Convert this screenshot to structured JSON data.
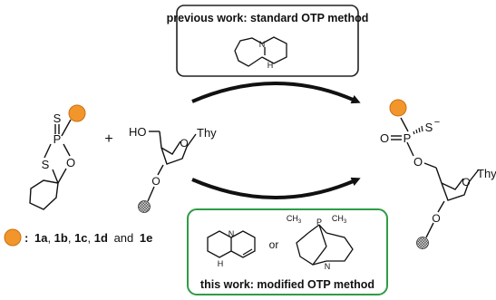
{
  "previous_box": {
    "title": "previous work: standard OTP method",
    "catalyst_cation_label": "N",
    "catalyst_nh_label": "H"
  },
  "new_box": {
    "title": "this work: modified OTP method",
    "catalyst1_n_label": "N",
    "catalyst1_nh_label": "H",
    "or_text": "or",
    "catalyst2_ch3_left": "CH",
    "catalyst2_ch3_sub": "3",
    "catalyst2_p_label": "P",
    "catalyst2_ch3_right": "CH",
    "catalyst2_n_label": "N"
  },
  "reagent": {
    "s_thione": "S",
    "p_atom": "P",
    "s_ring": "S",
    "o_ring": "O"
  },
  "plus_sign": "+",
  "nucleoside": {
    "ho_label": "HO",
    "base_label": "Thy",
    "ring_o": "O",
    "o3": "O"
  },
  "product": {
    "s_minus": "S",
    "minus": "−",
    "o_double": "O",
    "p_atom": "P",
    "o_link": "O",
    "base_label": "Thy",
    "ring_o": "O",
    "o3": "O"
  },
  "legend": {
    "colon": ":",
    "items": [
      "1a",
      "1b",
      "1c",
      "1d",
      "1e"
    ],
    "and_text": "and"
  },
  "colors": {
    "chiral_auxiliary_circle": "#f2962c",
    "new_box_border": "#2e9c45",
    "previous_box_border": "#222222",
    "support_circle": "#7a7a7a"
  }
}
